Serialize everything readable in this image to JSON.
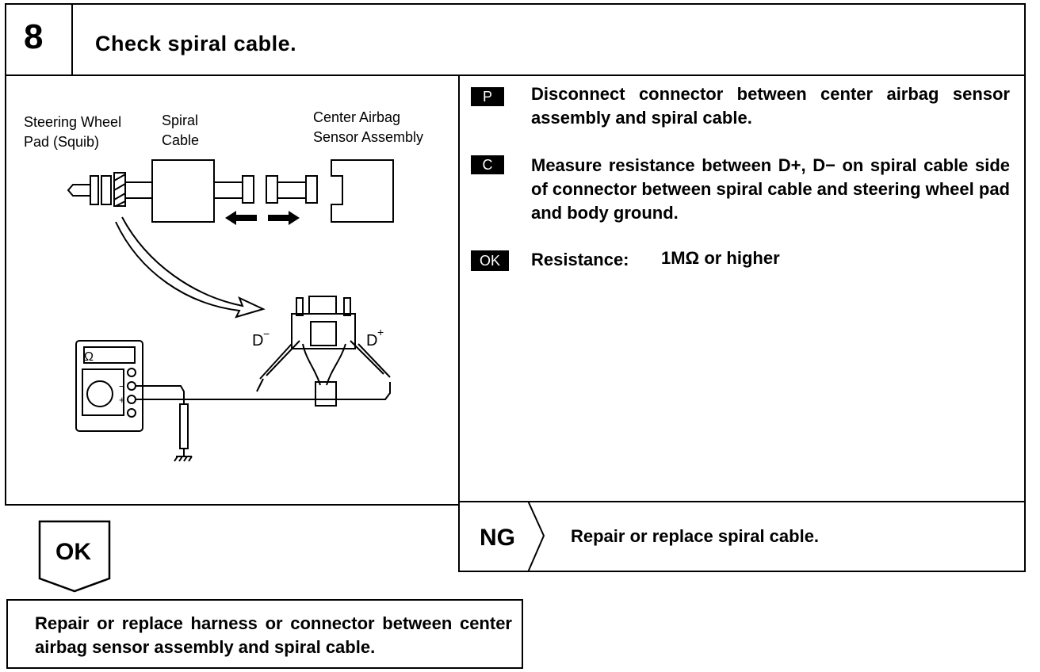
{
  "step": {
    "number": "8",
    "title": "Check spiral cable."
  },
  "diagram": {
    "label_pad": "Steering Wheel\nPad (Squib)",
    "label_spiral": "Spiral\nCable",
    "label_sensor": "Center Airbag\nSensor Assembly",
    "d_minus": "D",
    "d_plus": "D",
    "minus_sign": "−",
    "plus_sign": "+",
    "meter_symbol": "Ω"
  },
  "instructions": [
    {
      "tag": "P",
      "text": "Disconnect connector between center airbag sensor assembly and spiral cable."
    },
    {
      "tag": "C",
      "text": "Measure resistance between D+, D− on spiral cable side of connector between spiral cable and steering wheel pad and body ground."
    }
  ],
  "ok_spec": {
    "tag": "OK",
    "label": "Resistance:",
    "value": "1MΩ or higher"
  },
  "ng": {
    "label": "NG",
    "action": "Repair or replace spiral cable."
  },
  "ok_result": {
    "label": "OK",
    "action": "Repair or replace harness or connector between center airbag sensor assembly and spiral cable."
  }
}
